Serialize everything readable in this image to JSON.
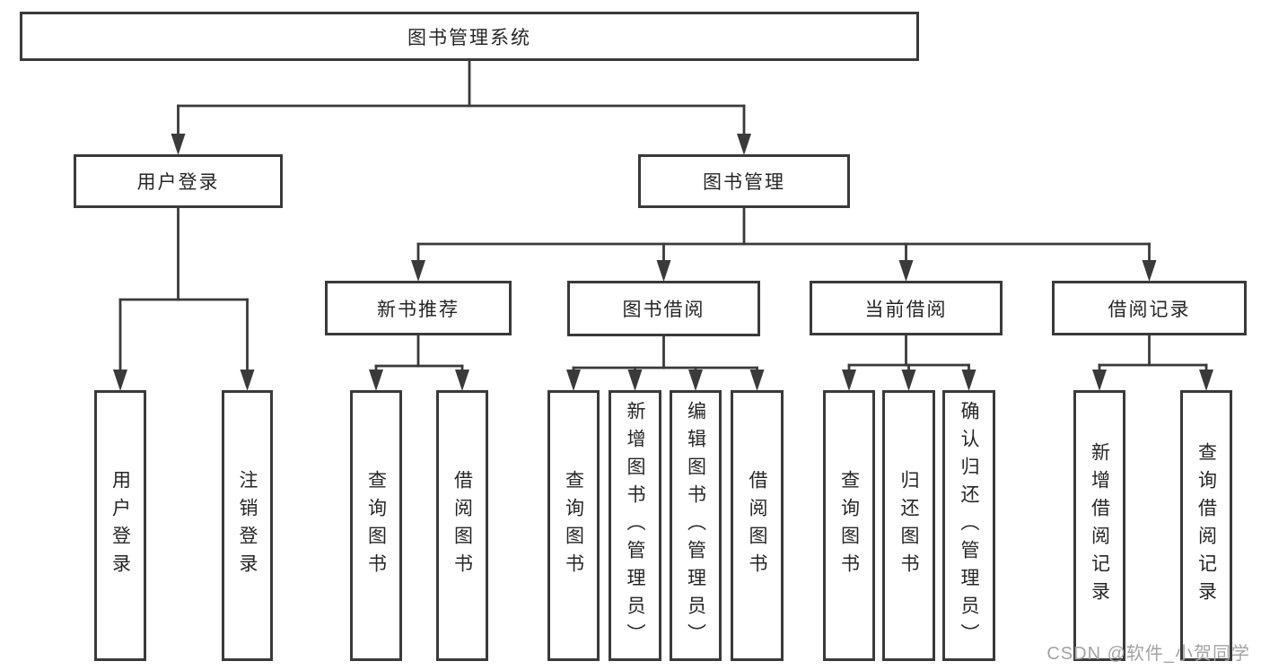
{
  "diagram": {
    "title": "图书管理系统",
    "colors": {
      "line": "#3a3a3a",
      "box_border": "#3a3a3a",
      "text": "#262626",
      "background": "#ffffff",
      "watermark": "#a3a3a3"
    },
    "nodes": [
      {
        "id": "root",
        "label": "图书管理系统"
      },
      {
        "id": "user-login",
        "label": "用户登录"
      },
      {
        "id": "book-mgmt",
        "label": "图书管理"
      },
      {
        "id": "login",
        "label": "用户登录"
      },
      {
        "id": "logout",
        "label": "注销登录"
      },
      {
        "id": "new-book-rec",
        "label": "新书推荐"
      },
      {
        "id": "book-borrow",
        "label": "图书借阅"
      },
      {
        "id": "current-borrow",
        "label": "当前借阅"
      },
      {
        "id": "borrow-records",
        "label": "借阅记录"
      },
      {
        "id": "nbr-query",
        "label": "查询图书"
      },
      {
        "id": "nbr-borrow",
        "label": "借阅图书"
      },
      {
        "id": "bb-query",
        "label": "查询图书"
      },
      {
        "id": "bb-add",
        "label": "新增图书（管理员）"
      },
      {
        "id": "bb-edit",
        "label": "编辑图书（管理员）"
      },
      {
        "id": "bb-borrow",
        "label": "借阅图书"
      },
      {
        "id": "cb-query",
        "label": "查询图书"
      },
      {
        "id": "cb-return",
        "label": "归还图书"
      },
      {
        "id": "cb-confirm",
        "label": "确认归还（管理员）"
      },
      {
        "id": "br-add",
        "label": "新增借阅记录"
      },
      {
        "id": "br-query",
        "label": "查询借阅记录"
      }
    ],
    "edges": [
      {
        "from": "root",
        "to": [
          "user-login",
          "book-mgmt"
        ]
      },
      {
        "from": "user-login",
        "to": [
          "login",
          "logout"
        ]
      },
      {
        "from": "book-mgmt",
        "to": [
          "new-book-rec",
          "book-borrow",
          "current-borrow",
          "borrow-records"
        ]
      },
      {
        "from": "new-book-rec",
        "to": [
          "nbr-query",
          "nbr-borrow"
        ]
      },
      {
        "from": "book-borrow",
        "to": [
          "bb-query",
          "bb-add",
          "bb-edit",
          "bb-borrow"
        ]
      },
      {
        "from": "current-borrow",
        "to": [
          "cb-query",
          "cb-return",
          "cb-confirm"
        ]
      },
      {
        "from": "borrow-records",
        "to": [
          "br-add",
          "br-query"
        ]
      }
    ],
    "watermark": "CSDN @软件_小贺同学"
  }
}
